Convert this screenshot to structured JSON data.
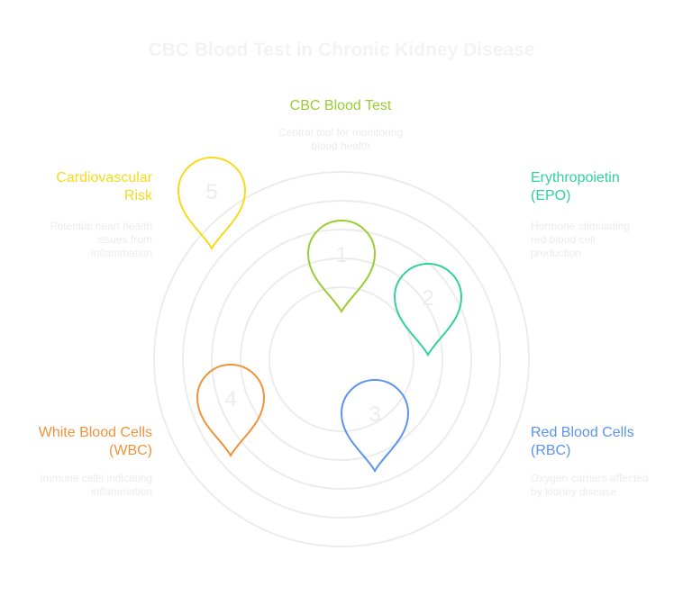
{
  "title": "CBC Blood Test in Chronic Kidney Disease",
  "colors": {
    "green": "#9acd32",
    "teal": "#2fd39a",
    "blue": "#5b94ee",
    "orange": "#f0933a",
    "yellow": "#f5db1c",
    "rings": "#ececec"
  },
  "items": [
    {
      "number": "1",
      "label_line1": "CBC Blood Test",
      "label_line2": "",
      "desc_line1": "Central tool for monitoring",
      "desc_line2": "blood health",
      "desc_line3": "",
      "color": "#9acd32",
      "icon": "map-pin-icon"
    },
    {
      "number": "2",
      "label_line1": "Erythropoietin",
      "label_line2": "(EPO)",
      "desc_line1": "Hormone stimulating",
      "desc_line2": "red blood cell",
      "desc_line3": "production",
      "color": "#2fd39a",
      "icon": "map-pin-icon"
    },
    {
      "number": "3",
      "label_line1": "Red Blood Cells",
      "label_line2": "(RBC)",
      "desc_line1": "Oxygen carriers affected",
      "desc_line2": "by kidney disease",
      "desc_line3": "",
      "color": "#5b94ee",
      "icon": "map-pin-icon"
    },
    {
      "number": "4",
      "label_line1": "White Blood Cells",
      "label_line2": "(WBC)",
      "desc_line1": "Immune cells indicating",
      "desc_line2": "inflammation",
      "desc_line3": "",
      "color": "#f0933a",
      "icon": "map-pin-icon"
    },
    {
      "number": "5",
      "label_line1": "Cardiovascular",
      "label_line2": "Risk",
      "desc_line1": "Potential heart health",
      "desc_line2": "issues from",
      "desc_line3": "inflammation",
      "color": "#f5db1c",
      "icon": "map-pin-icon"
    }
  ]
}
